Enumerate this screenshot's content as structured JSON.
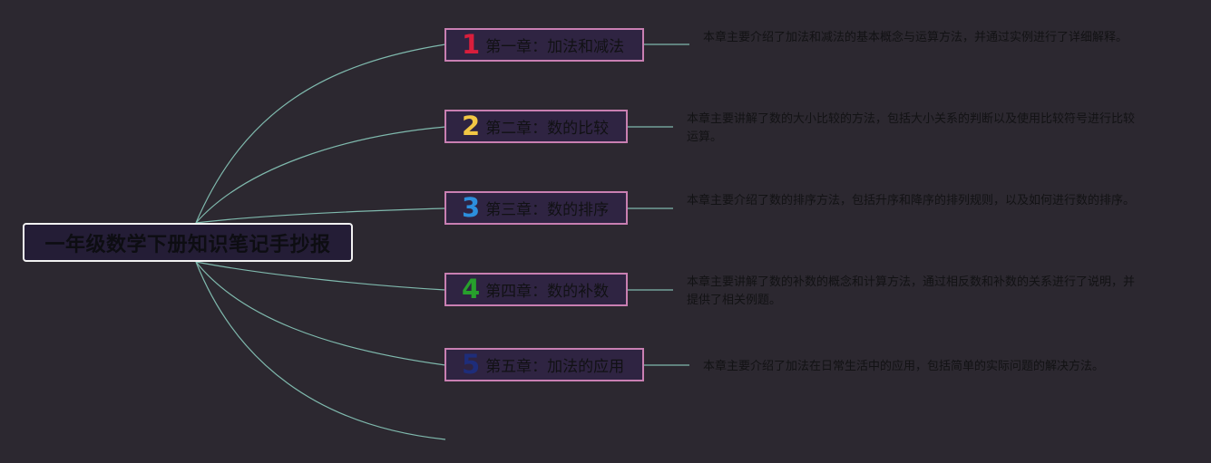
{
  "root": {
    "title": "一年级数学下册知识笔记手抄报"
  },
  "chapters": [
    {
      "number": "1",
      "number_color": "#d91e3c",
      "title": "第一章：加法和减法",
      "description": "本章主要介绍了加法和减法的基本概念与运算方法，并通过实例进行了详细解释。"
    },
    {
      "number": "2",
      "number_color": "#f2c744",
      "title": "第二章：数的比较",
      "description": "本章主要讲解了数的大小比较的方法，包括大小关系的判断以及使用比较符号进行比较运算。"
    },
    {
      "number": "3",
      "number_color": "#2c8fdc",
      "title": "第三章：数的排序",
      "description": "本章主要介绍了数的排序方法，包括升序和降序的排列规则，以及如何进行数的排序。"
    },
    {
      "number": "4",
      "number_color": "#27a02c",
      "title": "第四章：数的补数",
      "description": "本章主要讲解了数的补数的概念和计算方法，通过相反数和补数的关系进行了说明，并提供了相关例题。"
    },
    {
      "number": "5",
      "number_color": "#1e2d7a",
      "title": "第五章：加法的应用",
      "description": "本章主要介绍了加法在日常生活中的应用，包括简单的实际问题的解决方法。"
    }
  ],
  "colors": {
    "background": "#2c2830",
    "connector": "#7fb9ad",
    "root_border": "#f2f2f2",
    "chapter_border": "#c97fb2",
    "chapter_fill": "#2f2442"
  }
}
